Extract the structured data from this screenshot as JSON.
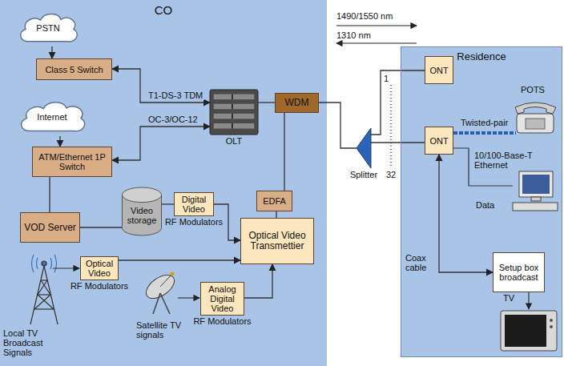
{
  "diagram": {
    "nodes": [
      {
        "text": [
          "CO"
        ]
      },
      {
        "text": [
          "PSTN"
        ],
        "in": 0
      },
      {
        "text": [
          "Class 5 Switch"
        ],
        "in": 0
      },
      {
        "text": [
          "Internet"
        ],
        "in": 0
      },
      {
        "text": [
          "ATM/Ethernet 1P Switch"
        ],
        "in": 0
      },
      {
        "text": [
          "OLT"
        ],
        "in": 0
      },
      {
        "text": [
          "WDM"
        ],
        "in": 0
      },
      {
        "text": [
          "VOD Server"
        ],
        "in": 0
      },
      {
        "text": [
          "Video storage"
        ],
        "in": 0
      },
      {
        "text": [
          "Digital Video",
          "RF Modulators"
        ],
        "in": 0
      },
      {
        "text": [
          "EDFA"
        ],
        "in": 0
      },
      {
        "text": [
          "Optical Video Transmettier"
        ],
        "in": 0
      },
      {
        "text": [
          "Optical Video",
          "RF Modulators"
        ],
        "in": 0
      },
      {
        "text": [
          "Analog Digital Video",
          "RF Modulators"
        ],
        "in": 0
      },
      {
        "text": [
          "Splitter"
        ]
      },
      {
        "text": [
          "Residence"
        ]
      },
      {
        "text": [
          "ONT"
        ],
        "in": 15
      },
      {
        "text": [
          "ONT"
        ],
        "in": 15
      },
      {
        "text": [
          "Setup box broadcast"
        ],
        "in": 15
      }
    ],
    "edges": [
      {
        "from": 1,
        "to": 2,
        "arrow": "to"
      },
      {
        "from": 3,
        "to": 4,
        "arrow": "to"
      },
      {
        "from": 2,
        "to": 5,
        "label": "T1-DS-3 TDM",
        "arrow": "both"
      },
      {
        "from": 4,
        "to": 5,
        "label": "OC-3/OC-12",
        "arrow": "both"
      },
      {
        "from": 5,
        "to": 6,
        "arrow": "none"
      },
      {
        "from": 4,
        "to": 7,
        "arrow": "none"
      },
      {
        "from": 7,
        "to": 8,
        "arrow": "none"
      },
      {
        "from": 8,
        "to": 9,
        "arrow": "none"
      },
      {
        "from": 9,
        "to": 11,
        "arrow": "to"
      },
      {
        "from": 12,
        "to": 11,
        "arrow": "to"
      },
      {
        "from": 13,
        "to": 11,
        "arrow": "to"
      },
      {
        "from": 11,
        "to": 10,
        "arrow": "none"
      },
      {
        "from": 10,
        "to": 6,
        "arrow": "none"
      },
      {
        "from": 6,
        "to": 14,
        "arrow": "none"
      },
      {
        "from": 14,
        "to": 16,
        "arrow": "none"
      },
      {
        "from": 14,
        "to": 17,
        "arrow": "none"
      },
      {
        "from": 17,
        "to": 18,
        "arrow": "both"
      }
    ],
    "labels": [
      "1490/1550 nm",
      "1310 nm",
      "1",
      "32",
      "POTS",
      "Twisted-pair",
      "10/100-Base-T Ethernet",
      "Data",
      "Coax cable",
      "TV",
      "Local TV Broadcast Signals",
      "Satellite TV signals"
    ]
  }
}
